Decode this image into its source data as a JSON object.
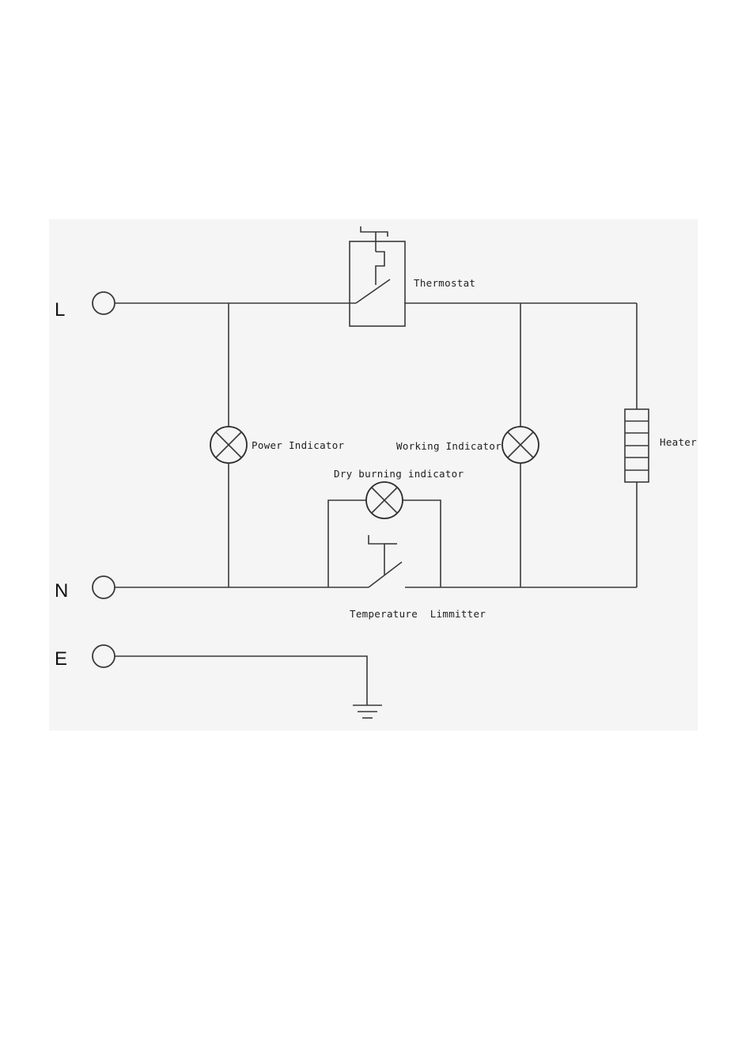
{
  "terminals": {
    "line": "L",
    "neutral": "N",
    "earth": "E"
  },
  "labels": {
    "thermostat": "Thermostat",
    "power_indicator": "Power Indicator",
    "working_indicator": "Working Indicator",
    "dry_burning_indicator": "Dry burning indicator",
    "heater": "Heater",
    "temperature_limiter": "Temperature  Limmitter"
  },
  "colors": {
    "panel": "#f5f5f5",
    "wire": "#3a3a3a",
    "text": "#1e1e1e"
  }
}
